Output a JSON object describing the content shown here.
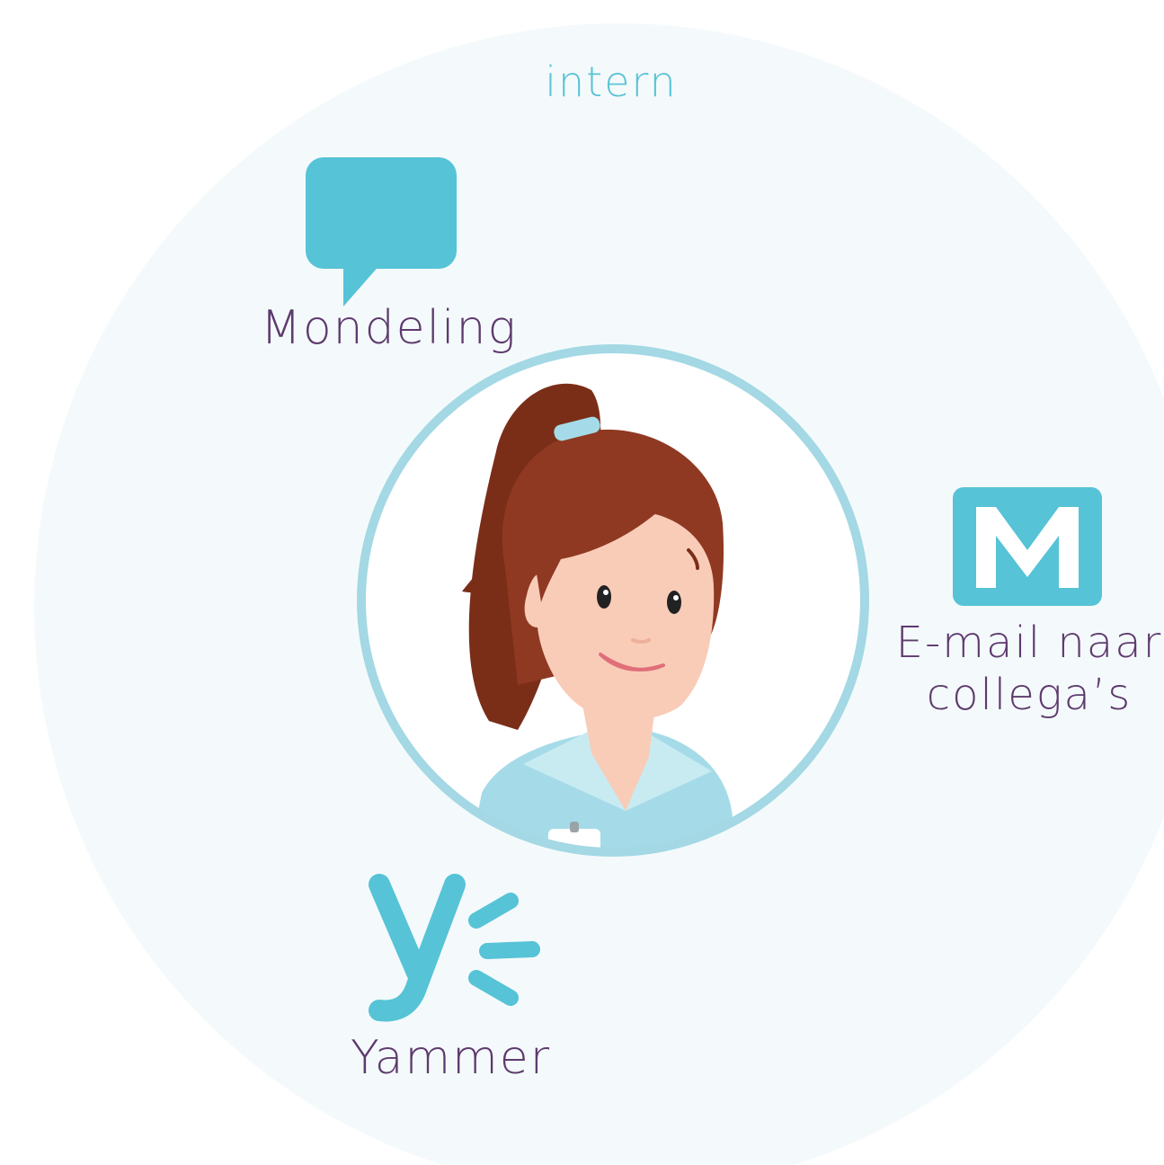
{
  "diagram": {
    "title": "intern",
    "center": {
      "icon": "nurse-avatar"
    },
    "channels": [
      {
        "label": "Mondeling",
        "icon": "speech-bubble-icon"
      },
      {
        "label_line1": "E-mail naar",
        "label_line2": "collega’s",
        "icon": "envelope-icon"
      },
      {
        "label": "Yammer",
        "icon": "yammer-logo-icon"
      }
    ]
  },
  "colors": {
    "accent": "#56c3d7",
    "text": "#5e3a6e",
    "title": "#5bc3d6",
    "background": "#f4fafb",
    "ring": "#a3d8e4",
    "hair": "#8f3922",
    "skin": "#f9ccb8",
    "uniform": "#a5dbe8"
  }
}
